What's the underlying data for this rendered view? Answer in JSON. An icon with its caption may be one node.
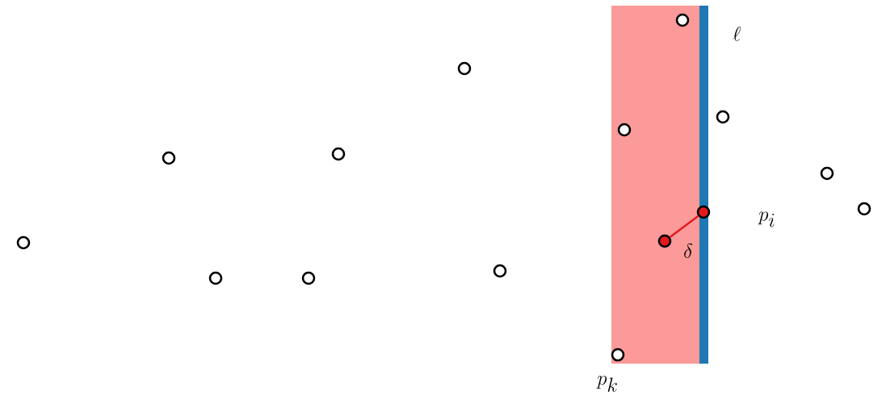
{
  "diagram": {
    "nodes": [
      {
        "text": [],
        "shape": "circle"
      },
      {
        "text": [],
        "shape": "circle"
      },
      {
        "text": [],
        "shape": "circle"
      },
      {
        "text": [],
        "shape": "circle"
      },
      {
        "text": [],
        "shape": "circle"
      },
      {
        "text": [],
        "shape": "circle"
      },
      {
        "text": [],
        "shape": "circle"
      },
      {
        "text": [],
        "shape": "circle"
      },
      {
        "text": [],
        "shape": "circle"
      },
      {
        "text": [],
        "shape": "circle"
      },
      {
        "text": [],
        "shape": "circle"
      },
      {
        "text": [],
        "shape": "circle"
      },
      {
        "text": [],
        "shape": "circle"
      },
      {
        "text": [],
        "shape": "circle"
      },
      {
        "text": [],
        "shape": "circle"
      }
    ],
    "edges": [
      {
        "from": 9,
        "to": 11,
        "arrow": "none",
        "label": "\\delta",
        "color": "#e31a1c"
      }
    ],
    "labels": [
      "\\ell",
      "p_i",
      "p_k"
    ]
  }
}
